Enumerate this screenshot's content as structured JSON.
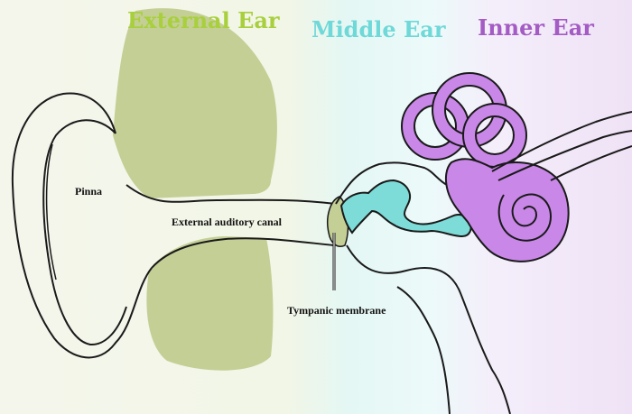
{
  "sections": [
    {
      "title": "External Ear",
      "color": "#a8cf3c"
    },
    {
      "title": "Middle Ear",
      "color": "#6fd8d8"
    },
    {
      "title": "Inner Ear",
      "color": "#a45bc4"
    }
  ],
  "labels": {
    "pinna": "Pinna",
    "canal": "External auditory canal",
    "tympanic": "Tympanic membrane"
  },
  "colors": {
    "external_fill": "#c4cf96",
    "ossicles_fill": "#7ddbd8",
    "inner_ear_fill": "#c987e8",
    "outline": "#1a1a1a"
  }
}
